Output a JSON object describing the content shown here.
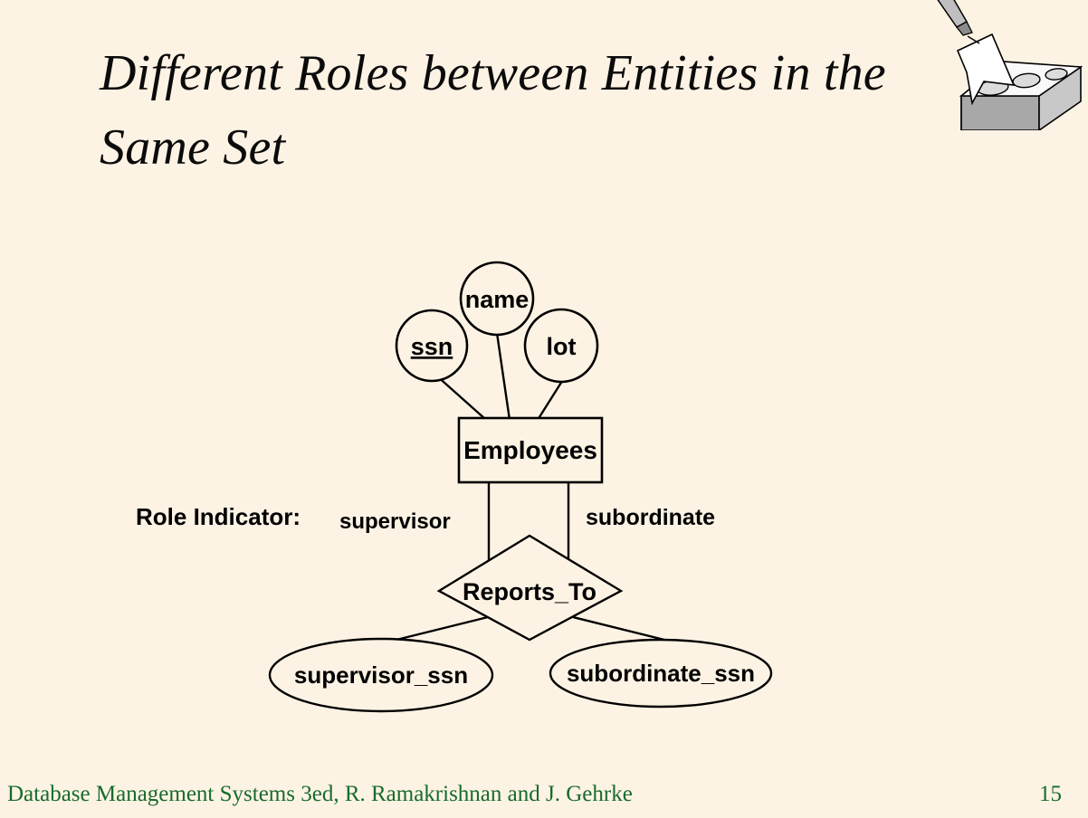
{
  "slide": {
    "background_color": "#FDF3E4",
    "ink_color": "#000000",
    "footer_color": "#176b2c",
    "title": "Different Roles between Entities in the Same Set"
  },
  "decoration": {
    "clipart_name": "brick-and-trowel-clipart",
    "brick_top_color": "#FFFFFF",
    "brick_side_color": "#AFAFAF",
    "trowel_color": "#BFBFBF"
  },
  "diagram": {
    "type": "entity-relationship-diagram",
    "entities": [
      {
        "id": "employees",
        "label": "Employees",
        "shape": "rectangle"
      }
    ],
    "attributes": [
      {
        "id": "ssn",
        "label": "ssn",
        "shape": "ellipse",
        "key": true,
        "owner": "employees"
      },
      {
        "id": "name",
        "label": "name",
        "shape": "ellipse",
        "key": false,
        "owner": "employees"
      },
      {
        "id": "lot",
        "label": "lot",
        "shape": "ellipse",
        "key": false,
        "owner": "employees"
      },
      {
        "id": "supervisor_ssn",
        "label": "supervisor_ssn",
        "shape": "ellipse",
        "key": false,
        "owner": "reports_to"
      },
      {
        "id": "subordinate_ssn",
        "label": "subordinate_ssn",
        "shape": "ellipse",
        "key": false,
        "owner": "reports_to"
      }
    ],
    "relationships": [
      {
        "id": "reports_to",
        "label": "Reports_To",
        "shape": "diamond"
      }
    ],
    "role_indicator_label": "Role Indicator:",
    "roles": [
      {
        "id": "supervisor",
        "label": "supervisor"
      },
      {
        "id": "subordinate",
        "label": "subordinate"
      }
    ]
  },
  "footer": {
    "credit": "Database Management Systems 3ed,  R. Ramakrishnan and J. Gehrke",
    "page_number": "15"
  }
}
